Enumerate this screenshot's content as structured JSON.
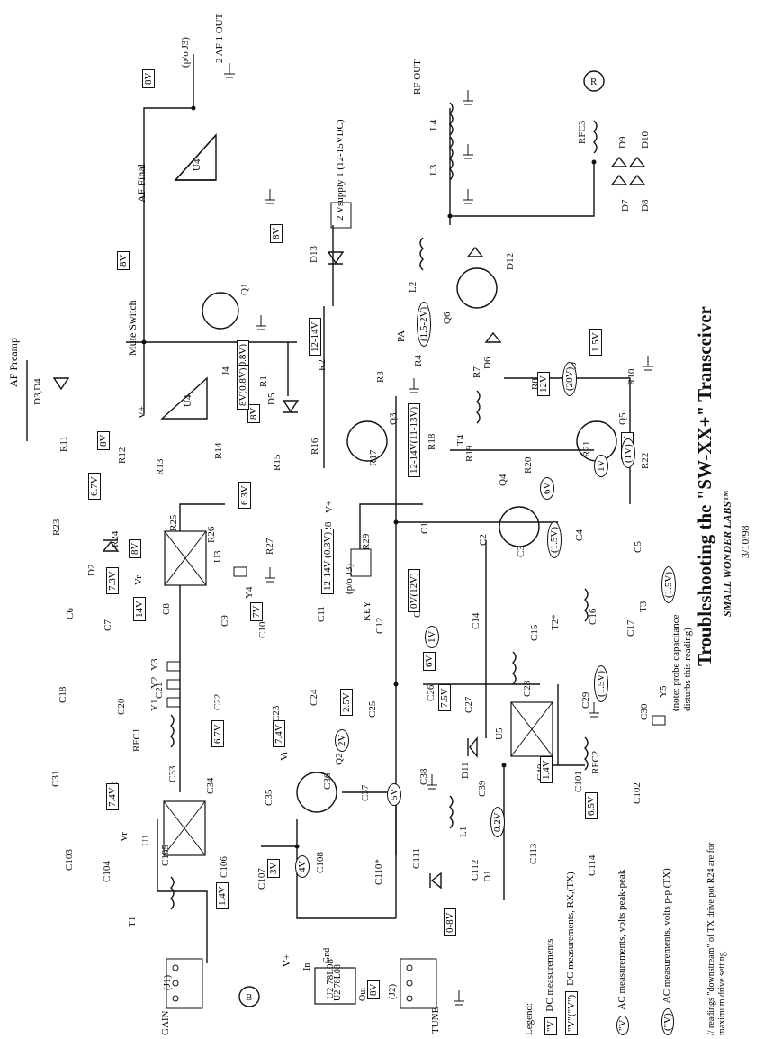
{
  "title": "Troubleshooting the \"SW-XX+\" Transceiver",
  "subtitle": "SMALL WONDER LABS™",
  "date": "3/10/98",
  "legend": {
    "heading": "Legend:",
    "items": [
      {
        "symbol": "\"V",
        "text": "DC measurements"
      },
      {
        "symbol": "\"V\"(\"V\")",
        "text": "DC measurements, RX,(TX)"
      },
      {
        "symbol": "\"V",
        "text": "AC measurements, volts peak-peak"
      },
      {
        "symbol": "(\"V)",
        "text": "AC measurements, volts p-p (TX)"
      }
    ],
    "footnote": "// readings \"downstream\" of TX drive pot R24 are for maximum drive setting."
  },
  "note": "(note: probe capacitance disturbs this reading)",
  "labels": {
    "af_preamp": "AF Preamp",
    "af_final": "AF Final",
    "mute_switch": "Mute Switch",
    "af_out": "2 AF 1 OUT",
    "p_o_j3": "(p/o J3)",
    "rf_out": "RF OUT",
    "vsupply": "2 Vsupply 1 (12-15VDC)",
    "pa": "PA",
    "key": "KEY",
    "key_jack": "(p/o J3)",
    "gain": "GAIN",
    "gain_jack": "(J1)",
    "tune": "TUNE",
    "tune_jack": "(J2)",
    "u2_top": "Gnd",
    "u2_in": "In",
    "u2_out": "Out",
    "u2_name": "U2 78L08",
    "vplus": "V+",
    "vr": "Vr",
    "marker_r": "R",
    "marker_b1": "B",
    "marker_b2": "B"
  },
  "dc_boxes": [
    "8V",
    "8V",
    "8V",
    "8V",
    "8V",
    "8V",
    "8V",
    "7.4V",
    "7.4V",
    "6.7V",
    "6.7V",
    "7.3V",
    "14V",
    "1.4V",
    "7V",
    "6.3V",
    "3V",
    "2.5V",
    "12-14V",
    "12-14V(11-13V)",
    "12-14V (0.3V)",
    "0V(12V)",
    "6V",
    "7.5V",
    "6.5V",
    "1.4V",
    "(0.8V)",
    "8V(0.8V)",
    "1.8V",
    "12V",
    "1.5V",
    "0-8V"
  ],
  "ac_ovals": [
    "4V",
    "2V",
    "5V",
    "0.2V",
    "1V",
    "1V",
    "6V",
    "(1.5V)",
    "(1.5-2V)",
    "(20V)",
    "(1V)",
    "(1.5V)",
    "(1.5V)"
  ],
  "components": [
    "U1",
    "U3",
    "U4",
    "U5",
    "U2",
    "Q1",
    "Q2",
    "Q3",
    "Q4",
    "Q5",
    "Q6",
    "T1",
    "T2*",
    "T3",
    "T4",
    "L1",
    "L2",
    "L3",
    "L4",
    "RFC1",
    "RFC2",
    "RFC3",
    "Y1",
    "Y2",
    "Y3",
    "Y4",
    "Y5",
    "D1",
    "D2",
    "D3,D4",
    "D5",
    "D6",
    "D7",
    "D8",
    "D9",
    "D10",
    "D11",
    "D12",
    "D13",
    "J4",
    "R1",
    "R2",
    "R3",
    "R4",
    "R7",
    "R8",
    "R9",
    "R10",
    "R11",
    "R12",
    "R13",
    "R14",
    "R15",
    "R16",
    "R17",
    "R18",
    "R19",
    "R20",
    "R21",
    "R22",
    "R23",
    "R24",
    "R25",
    "R26",
    "R27",
    "R28",
    "R29",
    "C1",
    "C2",
    "C3",
    "C4",
    "C5",
    "C6",
    "C7",
    "C8",
    "C9",
    "C10",
    "C11",
    "C12",
    "C13",
    "C14",
    "C15",
    "C16",
    "C17",
    "C18",
    "C20",
    "C21",
    "C22",
    "C23",
    "C24",
    "C25",
    "C26",
    "C27",
    "C28",
    "C29",
    "C30",
    "C31",
    "C32",
    "C33",
    "C34",
    "C35",
    "C36",
    "C37",
    "C38",
    "C39",
    "C40",
    "C101",
    "C102",
    "C103",
    "C104",
    "C105",
    "C106",
    "C107",
    "C108",
    "C110*",
    "C111",
    "C112",
    "C113",
    "C114"
  ]
}
